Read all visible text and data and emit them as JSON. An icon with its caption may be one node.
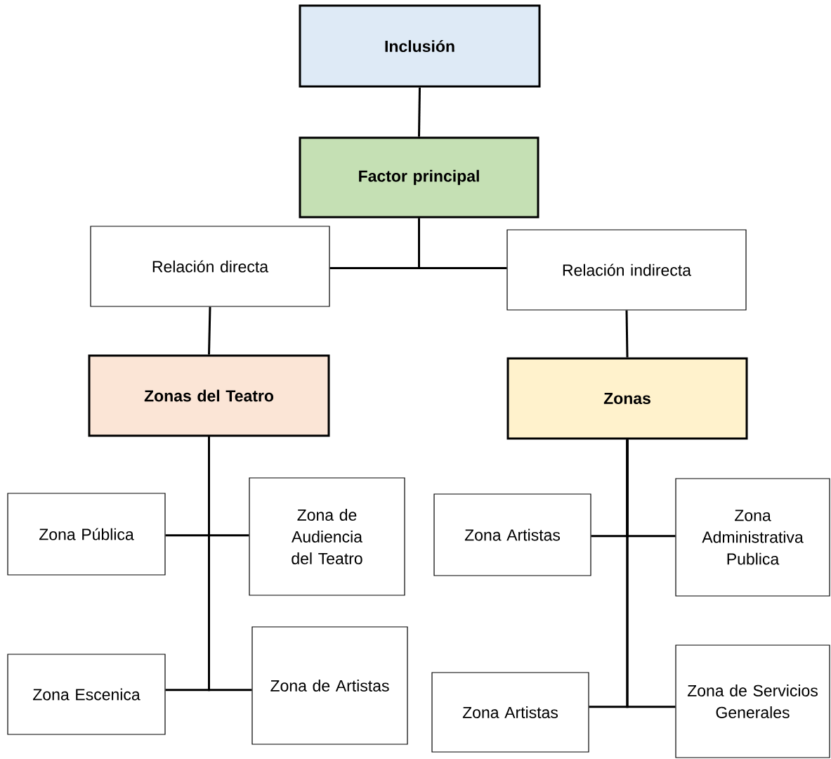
{
  "diagram": {
    "nodes": [
      {
        "text": [
          "Inclusión"
        ]
      },
      {
        "text": [
          "Factor principal"
        ]
      },
      {
        "text": [
          "Relación directa"
        ]
      },
      {
        "text": [
          "Relación indirecta"
        ]
      },
      {
        "text": [
          "Zonas del Teatro"
        ]
      },
      {
        "text": [
          "Zonas"
        ]
      },
      {
        "text": [
          "Zona Pública"
        ]
      },
      {
        "text": [
          "Zona de Audiencia del Teatro"
        ]
      },
      {
        "text": [
          "Zona Escenica"
        ]
      },
      {
        "text": [
          "Zona de Artistas"
        ]
      },
      {
        "text": [
          "Zona Artistas"
        ]
      },
      {
        "text": [
          "Zona Administrativa Publica"
        ]
      },
      {
        "text": [
          "Zona Artistas"
        ]
      },
      {
        "text": [
          "Zona de Servicios Generales"
        ]
      }
    ],
    "edges": [
      {
        "from": 0,
        "to": 1,
        "arrow": "none"
      },
      {
        "from": 1,
        "to": 2,
        "arrow": "none"
      },
      {
        "from": 1,
        "to": 3,
        "arrow": "none"
      },
      {
        "from": 2,
        "to": 4,
        "arrow": "none"
      },
      {
        "from": 3,
        "to": 5,
        "arrow": "none"
      },
      {
        "from": 4,
        "to": 6,
        "arrow": "none"
      },
      {
        "from": 4,
        "to": 7,
        "arrow": "none"
      },
      {
        "from": 4,
        "to": 8,
        "arrow": "none"
      },
      {
        "from": 4,
        "to": 9,
        "arrow": "none"
      },
      {
        "from": 5,
        "to": 10,
        "arrow": "none"
      },
      {
        "from": 5,
        "to": 11,
        "arrow": "none"
      },
      {
        "from": 5,
        "to": 12,
        "arrow": "none"
      },
      {
        "from": 5,
        "to": 13,
        "arrow": "none"
      }
    ]
  }
}
